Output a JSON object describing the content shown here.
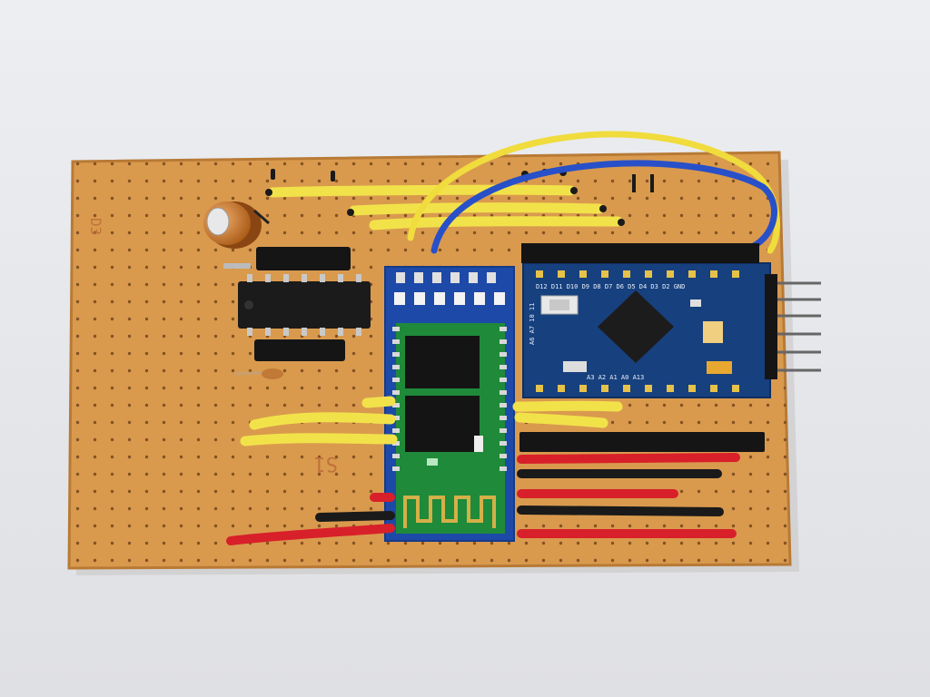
{
  "photo": {
    "subject": "perfboard",
    "colors": {
      "background": "#e7e8ec",
      "board": "#d99a4e",
      "board_edge": "#b87a35",
      "hole": "#7a4a1e",
      "wire_yellow": "#f2e24a",
      "wire_blue": "#2850c8",
      "wire_red": "#d8202a",
      "wire_black": "#1a1a1a",
      "module_blue": "#1d4aa8",
      "module_green": "#1f8a3a",
      "chip_black": "#1b1b1b",
      "capacitor": "#c46a1c"
    },
    "board_markings": {
      "left_label": "D3",
      "lower_label": "S1"
    },
    "silkscreen": {
      "arduino_row_top": "D12 D11 D10 D9 D8 D7 D6 D5 D4 D3 D2 GND",
      "arduino_row_bottom": "A3 A2 A1 A0 A13",
      "arduino_left": "A6 A7 10 11",
      "icon_names": [
        "electrolytic-capacitor-icon",
        "ic-chip-icon",
        "bluetooth-module-icon",
        "arduino-board-icon",
        "header-pins-icon"
      ]
    }
  }
}
